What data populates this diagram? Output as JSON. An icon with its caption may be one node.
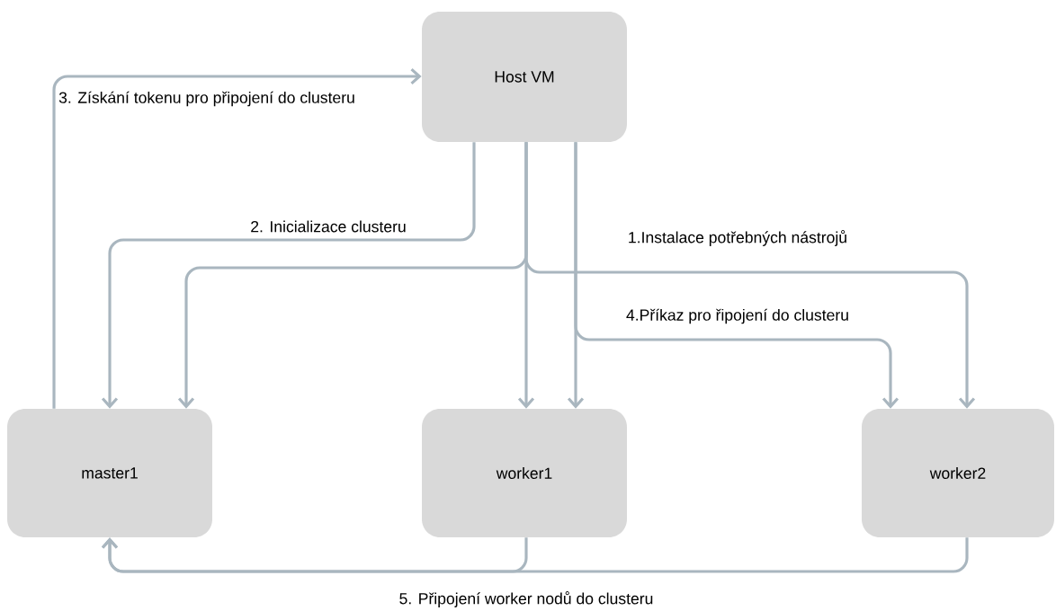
{
  "diagram": {
    "nodes": [
      {
        "text": [
          "Host VM"
        ]
      },
      {
        "text": [
          "master1"
        ]
      },
      {
        "text": [
          "worker1"
        ]
      },
      {
        "text": [
          "worker2"
        ]
      }
    ],
    "edges": [
      {
        "from": 0,
        "to": 1,
        "arrow": "to"
      },
      {
        "from": 0,
        "to": 2,
        "arrow": "to"
      },
      {
        "from": 0,
        "to": 3,
        "arrow": "to",
        "label": "1.Instalace potřebných nástrojů"
      },
      {
        "from": 0,
        "to": 1,
        "arrow": "to",
        "label": "2. Inicializace clusteru"
      },
      {
        "from": 1,
        "to": 0,
        "arrow": "to",
        "label": "3. Získání tokenu pro připojení do clusteru"
      },
      {
        "from": 0,
        "to": 2,
        "arrow": "to"
      },
      {
        "from": 0,
        "to": 3,
        "arrow": "to",
        "label": "4.Příkaz pro řipojení do clusteru"
      },
      {
        "from": 2,
        "to": 1,
        "arrow": "to"
      },
      {
        "from": 3,
        "to": 1,
        "arrow": "to",
        "label": "5. Připojení worker nodů do clusteru"
      }
    ]
  }
}
